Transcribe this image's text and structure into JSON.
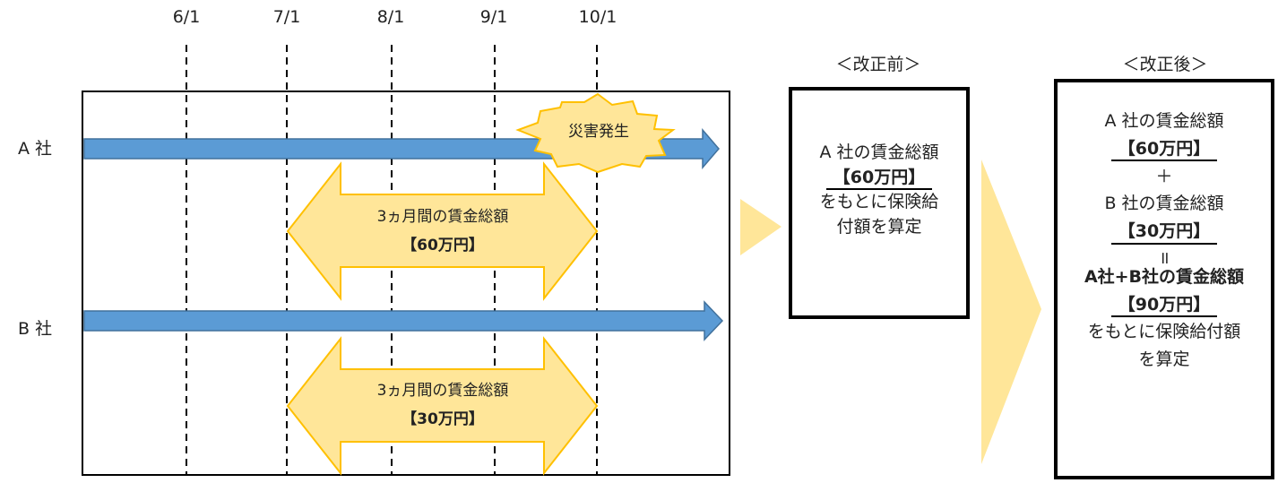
{
  "dates": [
    "6/1",
    "7/1",
    "8/1",
    "9/1",
    "10/1"
  ],
  "company_a": "A 社",
  "company_b": "B 社",
  "disaster_label": "災害発生",
  "arrow_a": {
    "line1": "3ヵ月間の賃金総額",
    "line2": "【60万円】"
  },
  "arrow_b": {
    "line1": "3ヵ月間の賃金総額",
    "line2": "【30万円】"
  },
  "before": {
    "title": "＜改正前＞",
    "line1": "A 社の賃金総額",
    "amount": "【60万円】",
    "line2": "をもとに保険給",
    "line3": "付額を算定"
  },
  "after": {
    "title": "＜改正後＞",
    "line1": "A 社の賃金総額",
    "amount_a": "【60万円】",
    "plus": "＋",
    "line2": "B 社の賃金総額",
    "amount_b": "【30万円】",
    "equals": "॥",
    "line3": "A社+B社の賃金総額",
    "amount_total": "【90万円】",
    "line4": "をもとに保険給付額",
    "line5": "を算定"
  },
  "colors": {
    "bar_blue": "#5b9bd5",
    "bar_blue_border": "#41719c",
    "arrow_fill": "#ffe699",
    "arrow_border": "#ffc000",
    "chevron": "#ffe699"
  }
}
